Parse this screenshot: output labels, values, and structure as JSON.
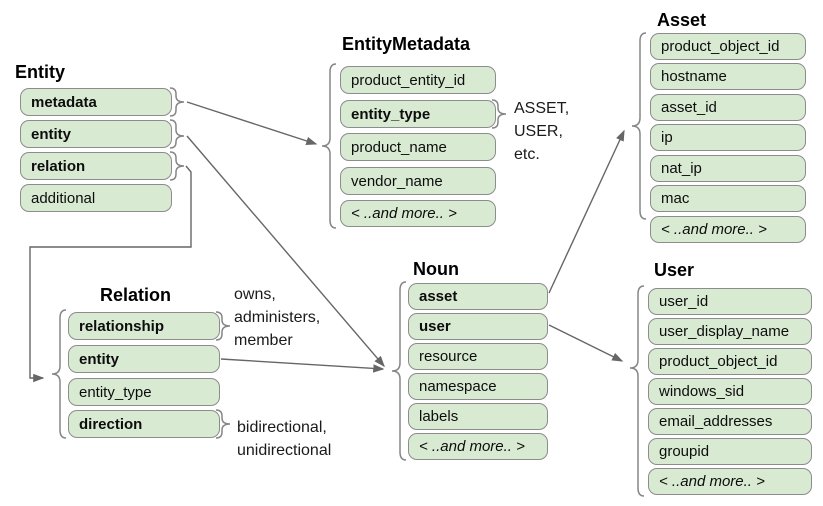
{
  "diagram": {
    "tables": {
      "entity": {
        "title": "Entity",
        "fields": [
          "metadata",
          "entity",
          "relation",
          "additional"
        ]
      },
      "entity_metadata": {
        "title": "EntityMetadata",
        "fields": [
          "product_entity_id",
          "entity_type",
          "product_name",
          "vendor_name",
          "< ..and more.. >"
        ]
      },
      "asset": {
        "title": "Asset",
        "fields": [
          "product_object_id",
          "hostname",
          "asset_id",
          "ip",
          "nat_ip",
          "mac",
          "< ..and more.. >"
        ]
      },
      "noun": {
        "title": "Noun",
        "fields": [
          "asset",
          "user",
          "resource",
          "namespace",
          "labels",
          "< ..and more.. >"
        ]
      },
      "relation": {
        "title": "Relation",
        "fields": [
          "relationship",
          "entity",
          "entity_type",
          "direction"
        ]
      },
      "user": {
        "title": "User",
        "fields": [
          "user_id",
          "user_display_name",
          "product_object_id",
          "windows_sid",
          "email_addresses",
          "groupid",
          "< ..and more.. >"
        ]
      }
    },
    "annotations": {
      "entity_type_values": "ASSET,\nUSER,\netc.",
      "relationship_values": "owns,\nadministers,\nmember",
      "direction_values": "bidirectional,\nunidirectional"
    },
    "colors": {
      "field_fill": "#d9ead3",
      "field_border": "#8c8c8c",
      "connector": "#666666"
    }
  }
}
